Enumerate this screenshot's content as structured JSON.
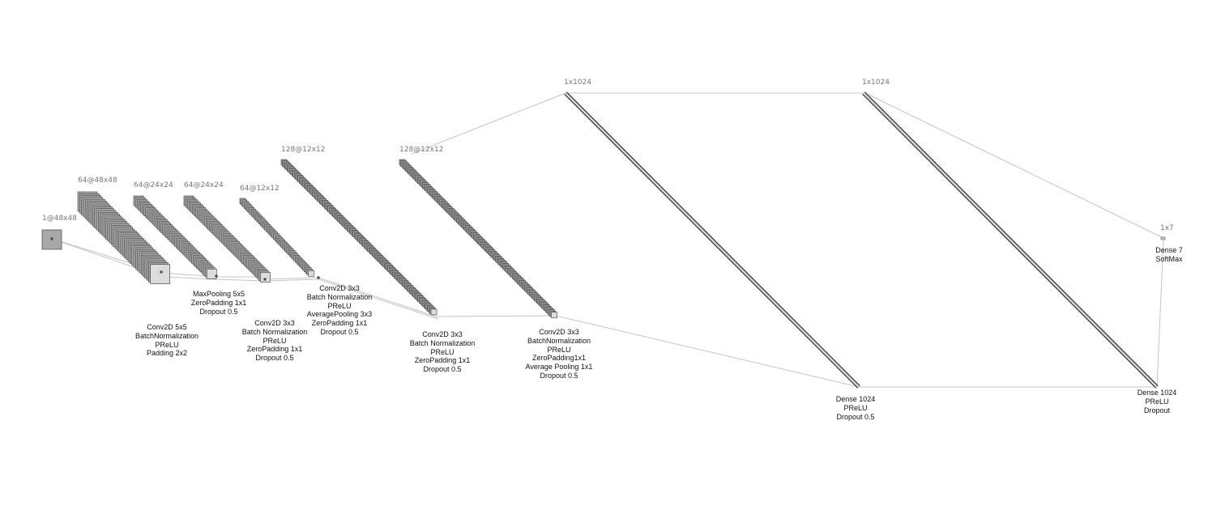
{
  "diagram": {
    "layers": [
      {
        "id": "input",
        "dims": "1@48x48"
      },
      {
        "id": "conv1",
        "dims": "64@48x48"
      },
      {
        "id": "pool1",
        "dims": "64@24x24"
      },
      {
        "id": "conv2",
        "dims": "64@24x24"
      },
      {
        "id": "pool2",
        "dims": "64@12x12"
      },
      {
        "id": "conv3",
        "dims": "128@12x12"
      },
      {
        "id": "conv4",
        "dims": "128@12x12"
      },
      {
        "id": "dense1",
        "dims": "1x1024"
      },
      {
        "id": "dense2",
        "dims": "1x1024"
      },
      {
        "id": "output",
        "dims": "1x7"
      }
    ],
    "operations": [
      {
        "id": "op-conv1",
        "lines": [
          "Conv2D 5x5",
          "BatchNormalization",
          "PReLU",
          "Padding 2x2"
        ]
      },
      {
        "id": "op-pool1",
        "lines": [
          "MaxPooling 5x5",
          "ZeroPadding 1x1",
          "Dropout 0.5"
        ]
      },
      {
        "id": "op-conv2",
        "lines": [
          "Conv2D 3x3",
          "Batch Normalization",
          "PReLU",
          "ZeroPadding 1x1",
          "Dropout 0.5"
        ]
      },
      {
        "id": "op-conv3",
        "lines": [
          "Conv2D 3x3",
          "Batch Normalization",
          "PReLU",
          "AveragePooling 3x3",
          "ZeroPadding 1x1",
          "Dropout 0.5"
        ]
      },
      {
        "id": "op-conv4",
        "lines": [
          "Conv2D 3x3",
          "Batch Normalization",
          "PReLU",
          "ZeroPadding 1x1",
          "Dropout 0.5"
        ]
      },
      {
        "id": "op-conv5",
        "lines": [
          "Conv2D 3x3",
          "BatchNormalization",
          "PReLU",
          "ZeroPadding1x1",
          "Average Pooling 1x1",
          "Dropout 0.5"
        ]
      },
      {
        "id": "op-dense1",
        "lines": [
          "Dense 1024",
          "PReLU",
          "Dropout 0.5"
        ]
      },
      {
        "id": "op-dense2",
        "lines": [
          "Dense 1024",
          "PReLU",
          "Dropout"
        ]
      },
      {
        "id": "op-dense3",
        "lines": [
          "Dense 7",
          "SoftMax"
        ]
      }
    ]
  }
}
